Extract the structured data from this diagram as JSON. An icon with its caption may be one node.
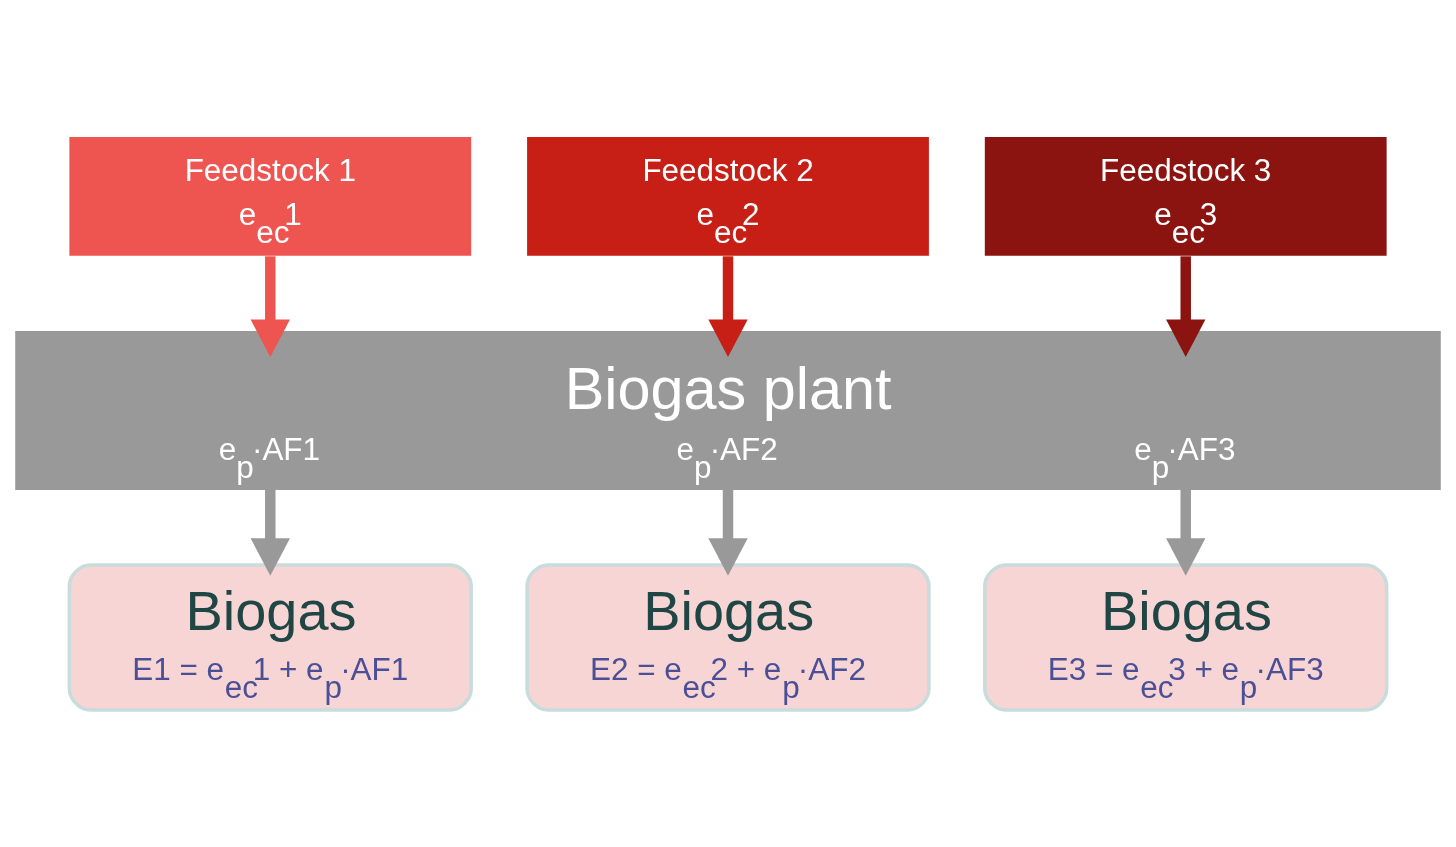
{
  "diagram": {
    "nodes": [
      {
        "text": [
          "Feedstock 1",
          "e$_{ec}$1"
        ]
      },
      {
        "text": [
          "Feedstock 2",
          "e$_{ec}$2"
        ]
      },
      {
        "text": [
          "Feedstock 3",
          "e$_{ec}$3"
        ]
      },
      {
        "text": [
          "Biogas plant",
          "e$_{p}$·AF1",
          "e$_{p}$·AF2",
          "e$_{p}$·AF3"
        ]
      },
      {
        "text": [
          "Biogas",
          "E1 = e$_{ec}$1 + e$_{p}$·AF1"
        ]
      },
      {
        "text": [
          "Biogas",
          "E2 = e$_{ec}$2 + e$_{p}$·AF2"
        ]
      },
      {
        "text": [
          "Biogas",
          "E3 = e$_{ec}$3 + e$_{p}$·AF3"
        ]
      }
    ],
    "edges": [
      {
        "from": 0,
        "to": 3,
        "arrow": "to",
        "color": "#ee5550"
      },
      {
        "from": 1,
        "to": 3,
        "arrow": "to",
        "color": "#c71e16"
      },
      {
        "from": 2,
        "to": 3,
        "arrow": "to",
        "color": "#8b1410"
      },
      {
        "from": 3,
        "to": 4,
        "arrow": "to",
        "color": "#999999"
      },
      {
        "from": 3,
        "to": 5,
        "arrow": "to",
        "color": "#999999"
      },
      {
        "from": 3,
        "to": 6,
        "arrow": "to",
        "color": "#999999"
      }
    ]
  }
}
